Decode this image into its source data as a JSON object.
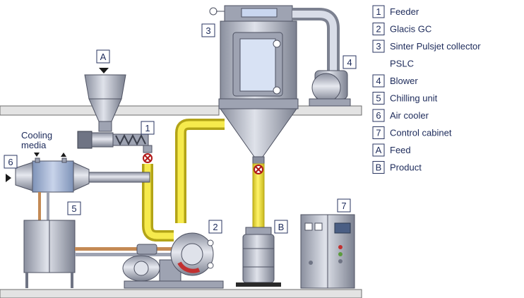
{
  "legend": [
    {
      "key": "1",
      "label": "Feeder"
    },
    {
      "key": "2",
      "label": "Glacis  GC"
    },
    {
      "key": "3",
      "label": "Sinter Pulsjet collector"
    },
    {
      "key": "",
      "label": "PSLC"
    },
    {
      "key": "4",
      "label": "Blower"
    },
    {
      "key": "5",
      "label": "Chilling unit"
    },
    {
      "key": "6",
      "label": "Air cooler"
    },
    {
      "key": "7",
      "label": "Control cabinet"
    },
    {
      "key": "A",
      "label": "Feed"
    },
    {
      "key": "B",
      "label": "Product"
    }
  ],
  "diagram": {
    "tags": {
      "feeder": "1",
      "glacis": "2",
      "collector": "3",
      "blower": "4",
      "chilling": "5",
      "aircooler": "6",
      "cabinet": "7",
      "feed": "A",
      "product": "B"
    },
    "cooling_media_line1": "Cooling",
    "cooling_media_line2": "media"
  },
  "colors": {
    "pipe_yellow": "#f2e23a",
    "steel": "#b8bcc8",
    "steel_dark": "#6f7484",
    "floor": "#e2e2e2",
    "label_text": "#1c2a5a"
  }
}
